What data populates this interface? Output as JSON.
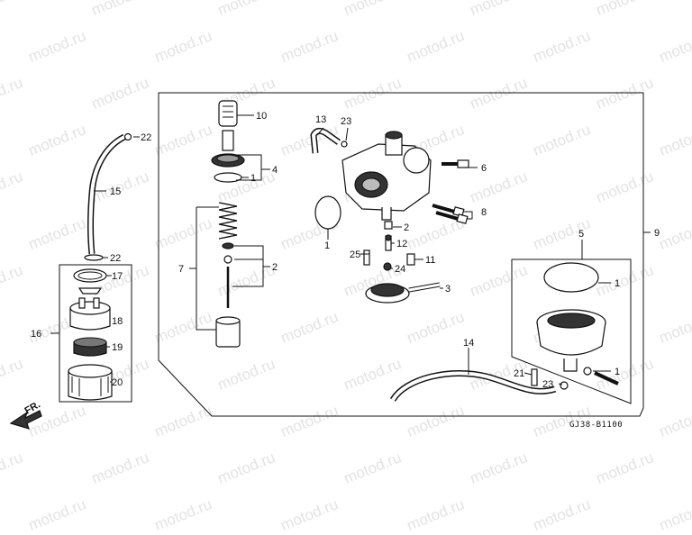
{
  "watermark": "motod.ru",
  "diagram_code": "GJ38-B1100",
  "direction_label": "FR.",
  "callouts": [
    "1",
    "2",
    "3",
    "4",
    "5",
    "6",
    "7",
    "8",
    "9",
    "10",
    "11",
    "12",
    "13",
    "14",
    "15",
    "16",
    "17",
    "18",
    "19",
    "20",
    "21",
    "22",
    "23",
    "24",
    "25"
  ],
  "labels": {
    "n1a": "1",
    "n1b": "1",
    "n1c": "1",
    "n1d": "1",
    "n2a": "2",
    "n2b": "2",
    "n3": "3",
    "n4": "4",
    "n5": "5",
    "n6": "6",
    "n7": "7",
    "n8": "8",
    "n9": "9",
    "n10": "10",
    "n11": "11",
    "n12": "12",
    "n13": "13",
    "n14": "14",
    "n15": "15",
    "n16": "16",
    "n17": "17",
    "n18": "18",
    "n19": "19",
    "n20": "20",
    "n21": "21",
    "n22a": "22",
    "n22b": "22",
    "n23a": "23",
    "n23b": "23",
    "n24": "24",
    "n25": "25"
  }
}
